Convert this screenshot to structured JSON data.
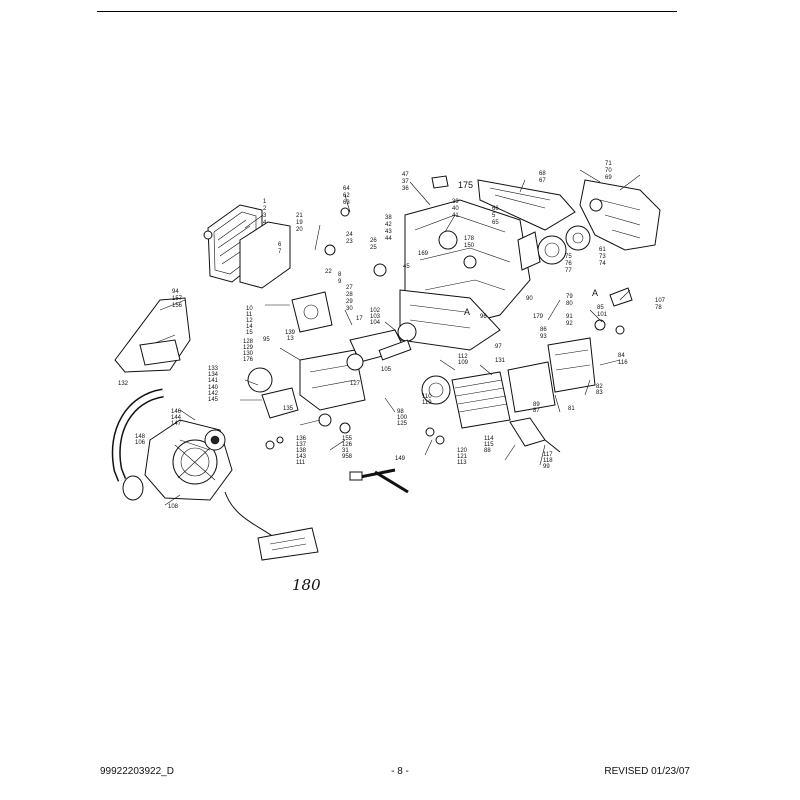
{
  "footer": {
    "part_number": "99922203922_D",
    "page": "- 8 -",
    "revised": "REVISED 01/23/07"
  },
  "diagram": {
    "handwritten_label": "180",
    "callout_175": "175",
    "marker_a": "A",
    "callouts": [
      "71",
      "70",
      "69",
      "68",
      "67",
      "47",
      "37",
      "36",
      "64",
      "62",
      "63",
      "1",
      "2",
      "3",
      "4",
      "21",
      "19",
      "20",
      "39",
      "40",
      "41",
      "42",
      "43",
      "44",
      "38",
      "66",
      "5",
      "65",
      "178",
      "150",
      "169",
      "26",
      "25",
      "24",
      "23",
      "22",
      "6",
      "7",
      "8",
      "9",
      "13",
      "76",
      "77",
      "75",
      "74",
      "73",
      "61",
      "94",
      "157",
      "156",
      "10",
      "11",
      "12",
      "14",
      "15",
      "139",
      "28",
      "29",
      "30",
      "27",
      "17",
      "45",
      "96",
      "179",
      "90",
      "91",
      "92",
      "93",
      "86",
      "85",
      "101",
      "102",
      "103",
      "104",
      "105",
      "127",
      "128",
      "129",
      "130",
      "176",
      "95",
      "97",
      "131",
      "132",
      "133",
      "134",
      "141",
      "140",
      "142",
      "145",
      "146",
      "144",
      "147",
      "148",
      "106",
      "135",
      "136",
      "137",
      "138",
      "143",
      "111",
      "112",
      "109",
      "110",
      "119",
      "120",
      "121",
      "113",
      "114",
      "115",
      "88",
      "89",
      "87",
      "81",
      "82",
      "83",
      "84",
      "116",
      "117",
      "118",
      "99",
      "98",
      "100",
      "125",
      "126",
      "31",
      "958",
      "155",
      "149",
      "108",
      "107",
      "78",
      "79",
      "80"
    ]
  }
}
